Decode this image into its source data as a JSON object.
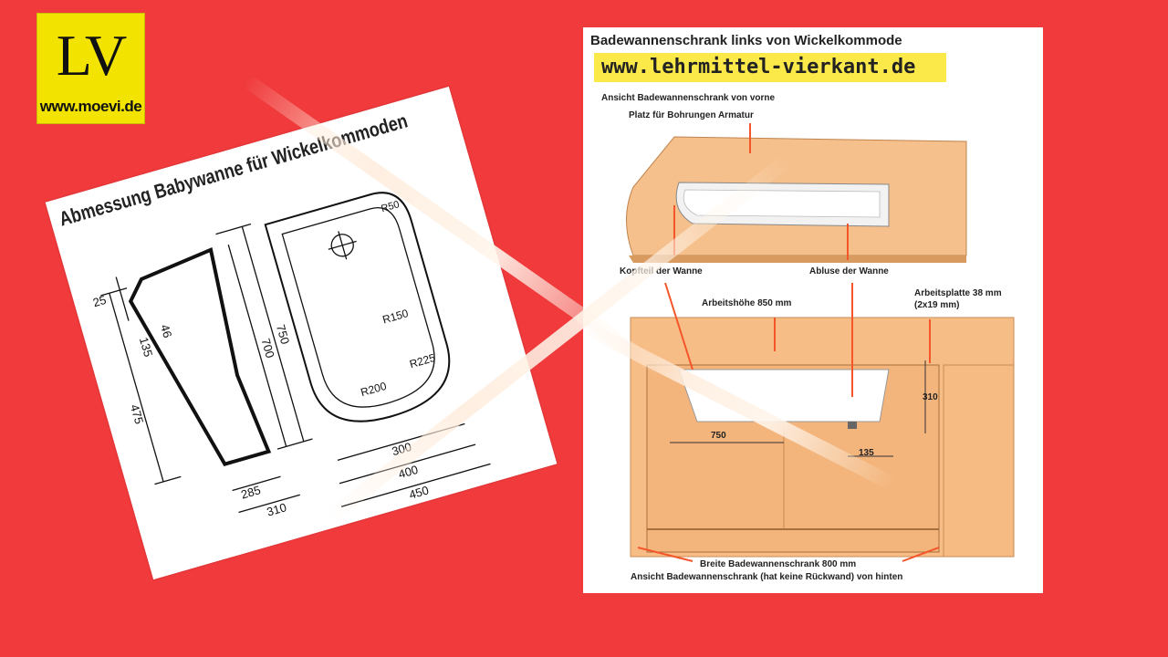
{
  "logo": {
    "letters": "LV",
    "url": "www.moevi.de"
  },
  "left_card": {
    "title": "Abmessung Babywanne für Wickelkommoden",
    "dims": [
      "25",
      "135",
      "475",
      "46",
      "700",
      "750",
      "285",
      "310",
      "300",
      "400",
      "450",
      "R50",
      "R150",
      "R225",
      "R200"
    ]
  },
  "right_card": {
    "title": "Badewannenschrank links von Wickelkommode",
    "url": "www.lehrmittel-vierkant.de",
    "labels": {
      "front_view": "Ansicht Badewannenschrank  von vorne",
      "drilling": "Platz für Bohrungen Armatur",
      "head_end": "Kopfteil der Wanne",
      "drain": "Abluse der Wanne",
      "work_height": "Arbeitshöhe 850 mm",
      "worktop": "Arbeitsplatte 38 mm",
      "worktop_sub": "(2x19 mm)",
      "dim_310": "310",
      "dim_750": "750",
      "dim_135": "135",
      "width": "Breite Badewannenschrank 800 mm",
      "back_view": "Ansicht Badewannenschrank (hat keine Rückwand) von hinten"
    }
  }
}
